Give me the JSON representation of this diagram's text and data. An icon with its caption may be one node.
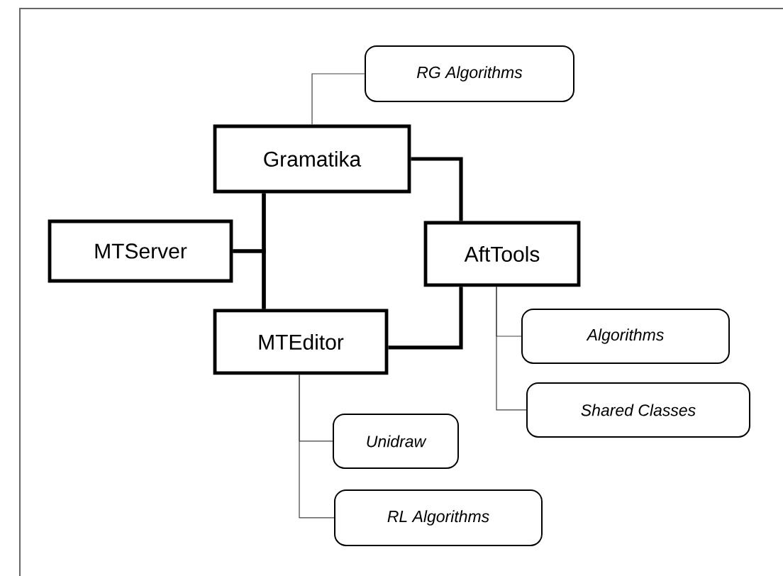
{
  "diagram": {
    "nodes": [
      {
        "text": [
          "Gramatika"
        ]
      },
      {
        "text": [
          "RG Algorithms"
        ]
      },
      {
        "text": [
          "MTServer"
        ]
      },
      {
        "text": [
          "AftTools"
        ]
      },
      {
        "text": [
          "MTEditor"
        ]
      },
      {
        "text": [
          "Algorithms"
        ]
      },
      {
        "text": [
          "Shared Classes"
        ]
      },
      {
        "text": [
          "Unidraw"
        ]
      },
      {
        "text": [
          "RL Algorithms"
        ]
      }
    ],
    "edges": [
      {
        "from": 0,
        "to": 1,
        "arrow": "none"
      },
      {
        "from": 0,
        "to": 3,
        "arrow": "none",
        "style": "thick"
      },
      {
        "from": 0,
        "to": 4,
        "arrow": "none",
        "style": "thick"
      },
      {
        "from": 2,
        "to": 0,
        "arrow": "none",
        "style": "thick"
      },
      {
        "from": 2,
        "to": 4,
        "arrow": "none",
        "style": "thick"
      },
      {
        "from": 3,
        "to": 4,
        "arrow": "none",
        "style": "thick"
      },
      {
        "from": 3,
        "to": 5,
        "arrow": "none"
      },
      {
        "from": 3,
        "to": 6,
        "arrow": "none"
      },
      {
        "from": 4,
        "to": 7,
        "arrow": "none"
      },
      {
        "from": 4,
        "to": 8,
        "arrow": "none"
      }
    ]
  }
}
